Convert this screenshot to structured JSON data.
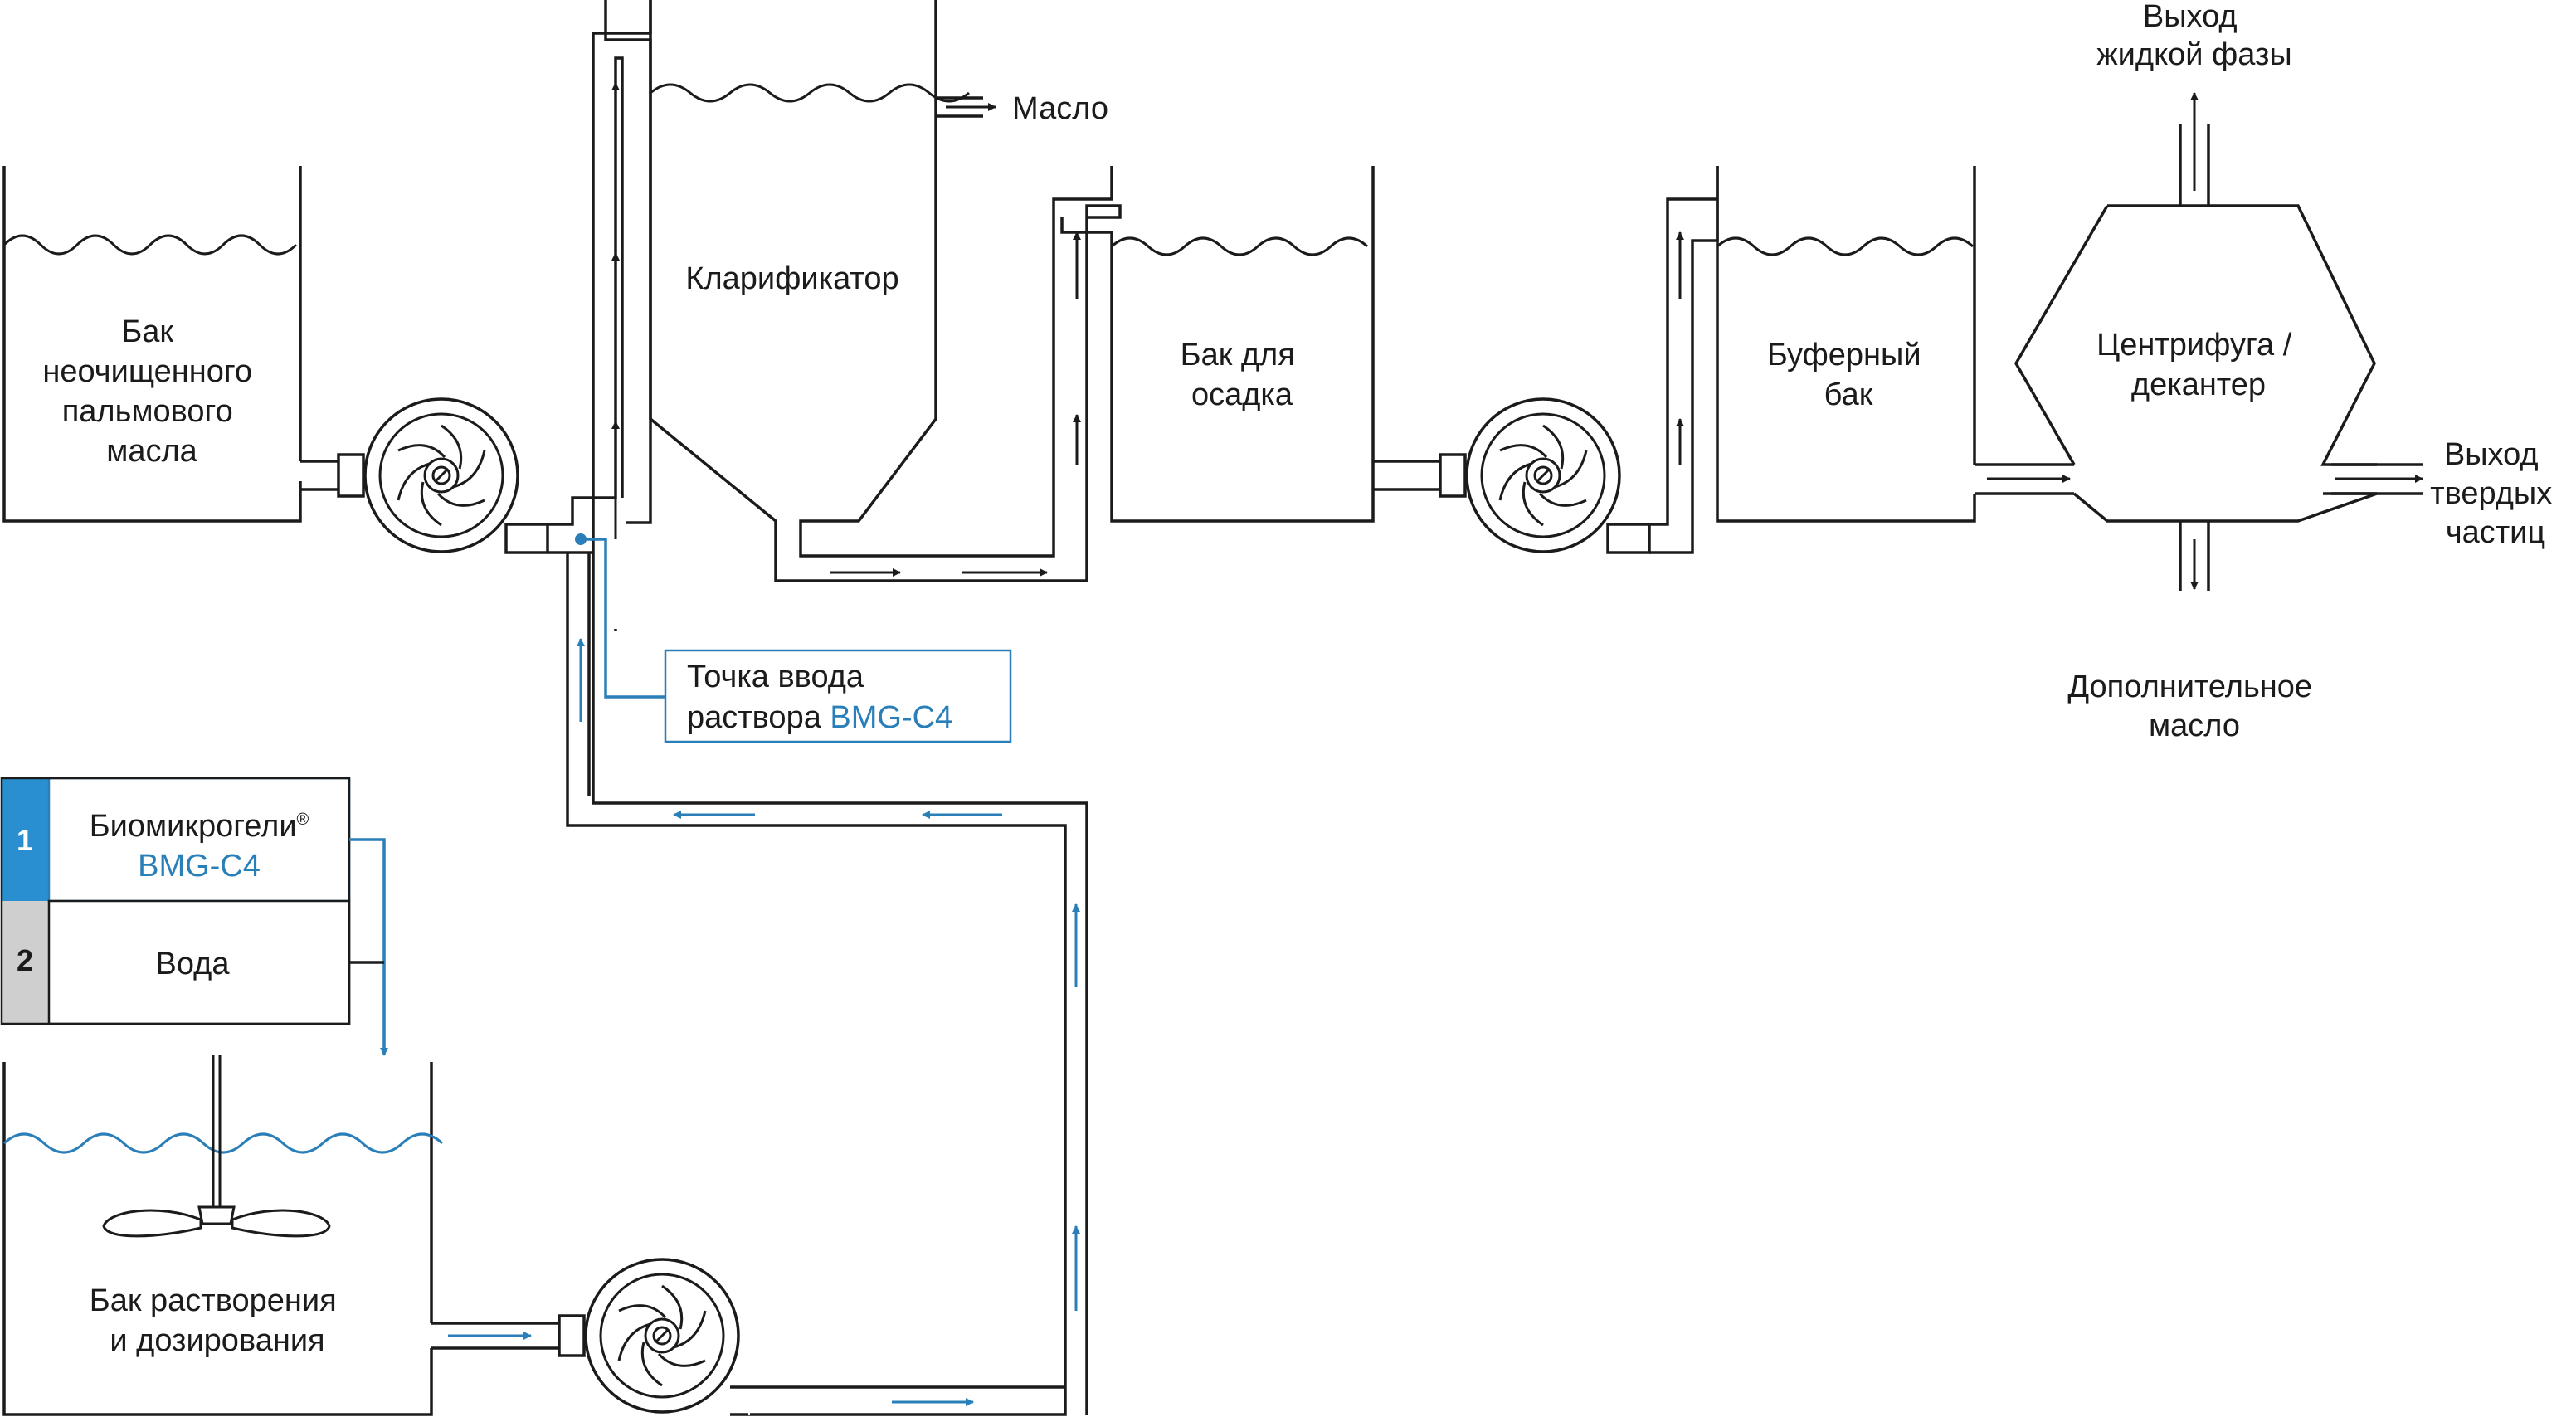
{
  "tanks": {
    "raw_oil": [
      "Бак",
      "неочищенного",
      "пальмового",
      "масла"
    ],
    "clarifier": "Кларификатор",
    "sediment": [
      "Бак для",
      "осадка"
    ],
    "buffer": [
      "Буферный",
      "бак"
    ],
    "centrifuge": [
      "Центрифуга /",
      "декантер"
    ],
    "dissolution": [
      "Бак растворения",
      "и дозирования"
    ]
  },
  "outputs": {
    "oil": "Масло",
    "liquid_phase": [
      "Выход",
      "жидкой фазы"
    ],
    "solids": [
      "Выход",
      "твердых",
      "частиц"
    ],
    "extra_oil": [
      "Дополнительное",
      "масло"
    ]
  },
  "injection_point": {
    "line1": "Точка ввода",
    "line2_prefix": "раствора ",
    "line2_product": "BMG-C4"
  },
  "legend": {
    "items": [
      {
        "number": "1",
        "name": "Биомикрогели",
        "mark": "®",
        "product": "BMG-C4",
        "color": "#2a8fd0"
      },
      {
        "number": "2",
        "name": "Вода",
        "color": "#cfcfcf"
      }
    ]
  },
  "colors": {
    "line": "#1b1b1b",
    "accent": "#2a7fb8"
  }
}
